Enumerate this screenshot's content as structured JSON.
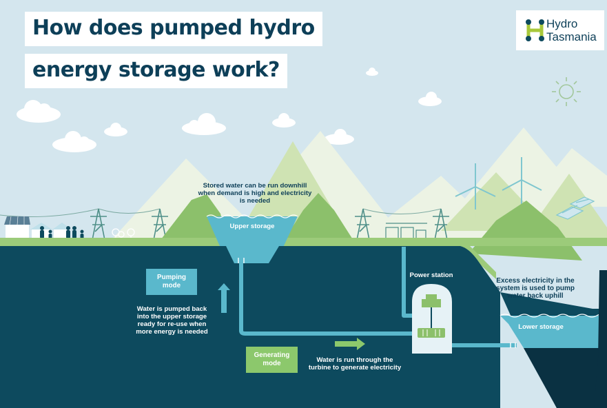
{
  "title": {
    "line1": "How does pumped hydro",
    "line2": "energy storage work?"
  },
  "logo": {
    "line1": "Hydro",
    "line2": "Tasmania"
  },
  "labels": {
    "stored_water_line1": "Stored water can be run downhill",
    "stored_water_line2": "when demand is high and electricity",
    "stored_water_line3": "is needed",
    "upper_storage": "Upper storage",
    "power_station": "Power station",
    "excess_line1": "Excess electricity in the",
    "excess_line2": "system is used to pump",
    "excess_line3": "water back uphill",
    "lower_storage": "Lower storage",
    "pumping_mode_line1": "Pumping",
    "pumping_mode_line2": "mode",
    "pumped_back_line1": "Water is pumped back",
    "pumped_back_line2": "into the upper storage",
    "pumped_back_line3": "ready for re-use when",
    "pumped_back_line4": "more energy is needed",
    "generating_mode_line1": "Generating",
    "generating_mode_line2": "mode",
    "turbine_line1": "Water is run through the",
    "turbine_line2": "turbine to generate electricity"
  },
  "icons": {
    "sun": "sun-icon",
    "logo_mark": "hydro-tasmania-logo-icon",
    "up_arrow": "up-arrow-icon",
    "right_arrow": "right-arrow-icon"
  },
  "colors": {
    "sky": "#d4e6ee",
    "ground": "#0d4a5e",
    "water": "#5ab8cc",
    "grass": "#9ccb7a",
    "pumping": "#5ab8cc",
    "generating": "#8cc86c",
    "navy_text": "#0d3f58"
  }
}
